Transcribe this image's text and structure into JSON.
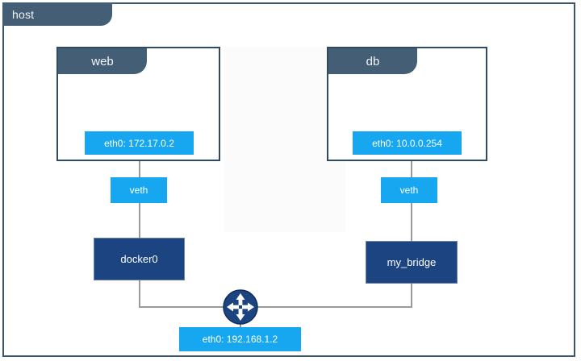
{
  "diagram": {
    "title": "host",
    "host": {
      "label": "host"
    },
    "containers": [
      {
        "name": "web",
        "interface": "eth0: 172.17.0.2",
        "veth": "veth",
        "bridge": "docker0"
      },
      {
        "name": "db",
        "interface": "eth0: 10.0.0.254",
        "veth": "veth",
        "bridge": "my_bridge"
      }
    ],
    "uplink": {
      "icon": "router-icon",
      "interface": "eth0: 192.168.1.2"
    },
    "colors": {
      "host_border": "#3b556b",
      "host_tab": "#445e75",
      "container_border": "#2f4a63",
      "interface_chip": "#16a7f0",
      "bridge": "#1c4480",
      "connector": "#9a9a9a",
      "router": "#1c4480"
    }
  }
}
